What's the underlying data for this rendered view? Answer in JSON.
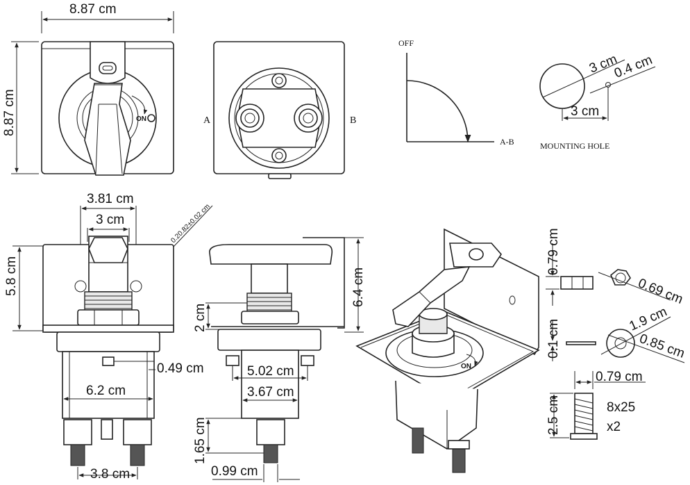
{
  "diagram": {
    "front_view": {
      "width_label": "8.87 cm",
      "height_label": "8.87 cm",
      "on_label": "ON"
    },
    "back_view": {
      "terminal_a": "A",
      "terminal_b": "B"
    },
    "rotation_chart": {
      "off_label": "OFF",
      "ab_label": "A-B"
    },
    "mounting_hole": {
      "outer_label": "3 cm",
      "hole_label": "0.4 cm",
      "offset_label": "3 cm",
      "title": "MOUNTING HOLE"
    },
    "mount_view": {
      "outer_width": "3.81 cm",
      "inner_width": "3 cm",
      "tolerance": "0.20.82±0.02 cm",
      "height": "5.8 cm",
      "stud_gap": "0.49 cm",
      "body_width": "6.2 cm",
      "terminal_spacing": "3.8 cm"
    },
    "side_view": {
      "overall_height": "6.4 cm",
      "thread_height": "2 cm",
      "terminal_spacing": "5.02 cm",
      "body_width": "3.67 cm",
      "terminal_height": "1.65 cm",
      "terminal_width": "0.99 cm"
    },
    "hardware": {
      "nut_height": "0.79 cm",
      "nut_width": "0.69 cm",
      "washer_thickness": "0.1 cm",
      "washer_outer": "1.9 cm",
      "washer_inner": "0.85 cm",
      "screw_head": "0.79 cm",
      "screw_length": "2.5 cm",
      "screw_spec": "8x25",
      "screw_qty": "x2"
    }
  }
}
